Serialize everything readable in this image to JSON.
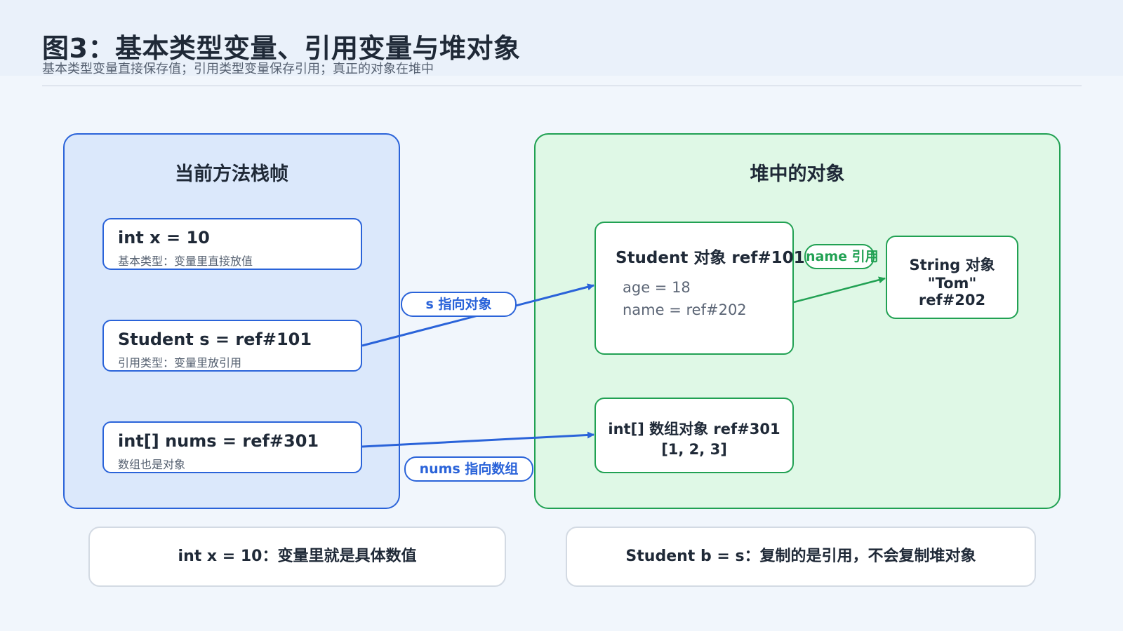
{
  "header": {
    "title": "图3：基本类型变量、引用变量与堆对象",
    "subtitle": "基本类型变量直接保存值；引用类型变量保存引用；真正的对象在堆中"
  },
  "stack_panel": {
    "title": "当前方法栈帧",
    "vars": [
      {
        "name": "int x = 10",
        "note": "基本类型：变量里直接放值"
      },
      {
        "name": "Student s = ref#101",
        "note": "引用类型：变量里放引用"
      },
      {
        "name": "int[] nums = ref#301",
        "note": "数组也是对象"
      }
    ]
  },
  "heap_panel": {
    "title": "堆中的对象",
    "student": {
      "title": "Student 对象 ref#101",
      "fields": [
        "age  = 18",
        "name = ref#202"
      ]
    },
    "string": {
      "lines": [
        "String 对象",
        "\"Tom\"",
        "ref#202"
      ]
    },
    "array": {
      "lines": [
        "int[] 数组对象 ref#301",
        "[1, 2, 3]"
      ]
    }
  },
  "edges": {
    "s_label": "s 指向对象",
    "nums_label": "nums 指向数组",
    "name_label": "name 引用"
  },
  "notes": [
    "int x = 10：变量里就是具体数值",
    "Student b = s：复制的是引用，不会复制堆对象"
  ],
  "colors": {
    "stack": "#2a63d9",
    "heap": "#21a153"
  }
}
